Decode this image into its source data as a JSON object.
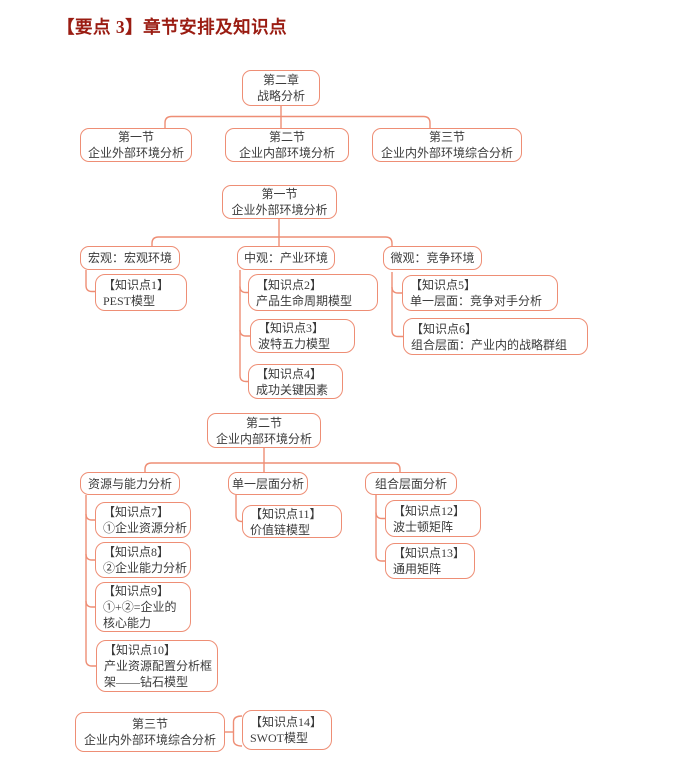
{
  "title": "【要点 3】章节安排及知识点",
  "colors": {
    "accent": "#ee8e75",
    "title_color": "#9a1c12",
    "text": "#3b3b3b"
  },
  "chapter_tree": {
    "root": {
      "l1": "第二章",
      "l2": "战略分析"
    },
    "sections": [
      {
        "l1": "第一节",
        "l2": "企业外部环境分析"
      },
      {
        "l1": "第二节",
        "l2": "企业内部环境分析"
      },
      {
        "l1": "第三节",
        "l2": "企业内外部环境综合分析"
      }
    ]
  },
  "section1_tree": {
    "root": {
      "l1": "第一节",
      "l2": "企业外部环境分析"
    },
    "branches": [
      {
        "label": "宏观：宏观环境",
        "points": [
          {
            "l1": "【知识点1】",
            "l2": "PEST模型"
          }
        ]
      },
      {
        "label": "中观：产业环境",
        "points": [
          {
            "l1": "【知识点2】",
            "l2": "产品生命周期模型"
          },
          {
            "l1": "【知识点3】",
            "l2": "波特五力模型"
          },
          {
            "l1": "【知识点4】",
            "l2": "成功关键因素"
          }
        ]
      },
      {
        "label": "微观：竞争环境",
        "points": [
          {
            "l1": "【知识点5】",
            "l2": "单一层面：竞争对手分析"
          },
          {
            "l1": "【知识点6】",
            "l2": "组合层面：产业内的战略群组"
          }
        ]
      }
    ]
  },
  "section2_tree": {
    "root": {
      "l1": "第二节",
      "l2": "企业内部环境分析"
    },
    "branches": [
      {
        "label": "资源与能力分析",
        "points": [
          {
            "l1": "【知识点7】",
            "l2": "①企业资源分析"
          },
          {
            "l1": "【知识点8】",
            "l2": "②企业能力分析"
          },
          {
            "l1": "【知识点9】",
            "l2": "①+②=企业的核心能力"
          },
          {
            "l1": "【知识点10】",
            "l2": "产业资源配置分析框架——钻石模型"
          }
        ]
      },
      {
        "label": "单一层面分析",
        "points": [
          {
            "l1": "【知识点11】",
            "l2": "价值链模型"
          }
        ]
      },
      {
        "label": "组合层面分析",
        "points": [
          {
            "l1": "【知识点12】",
            "l2": "波士顿矩阵"
          },
          {
            "l1": "【知识点13】",
            "l2": "通用矩阵"
          }
        ]
      }
    ]
  },
  "section3_tree": {
    "root": {
      "l1": "第三节",
      "l2": "企业内外部环境综合分析"
    },
    "points": [
      {
        "l1": "【知识点14】",
        "l2": "SWOT模型"
      }
    ]
  }
}
